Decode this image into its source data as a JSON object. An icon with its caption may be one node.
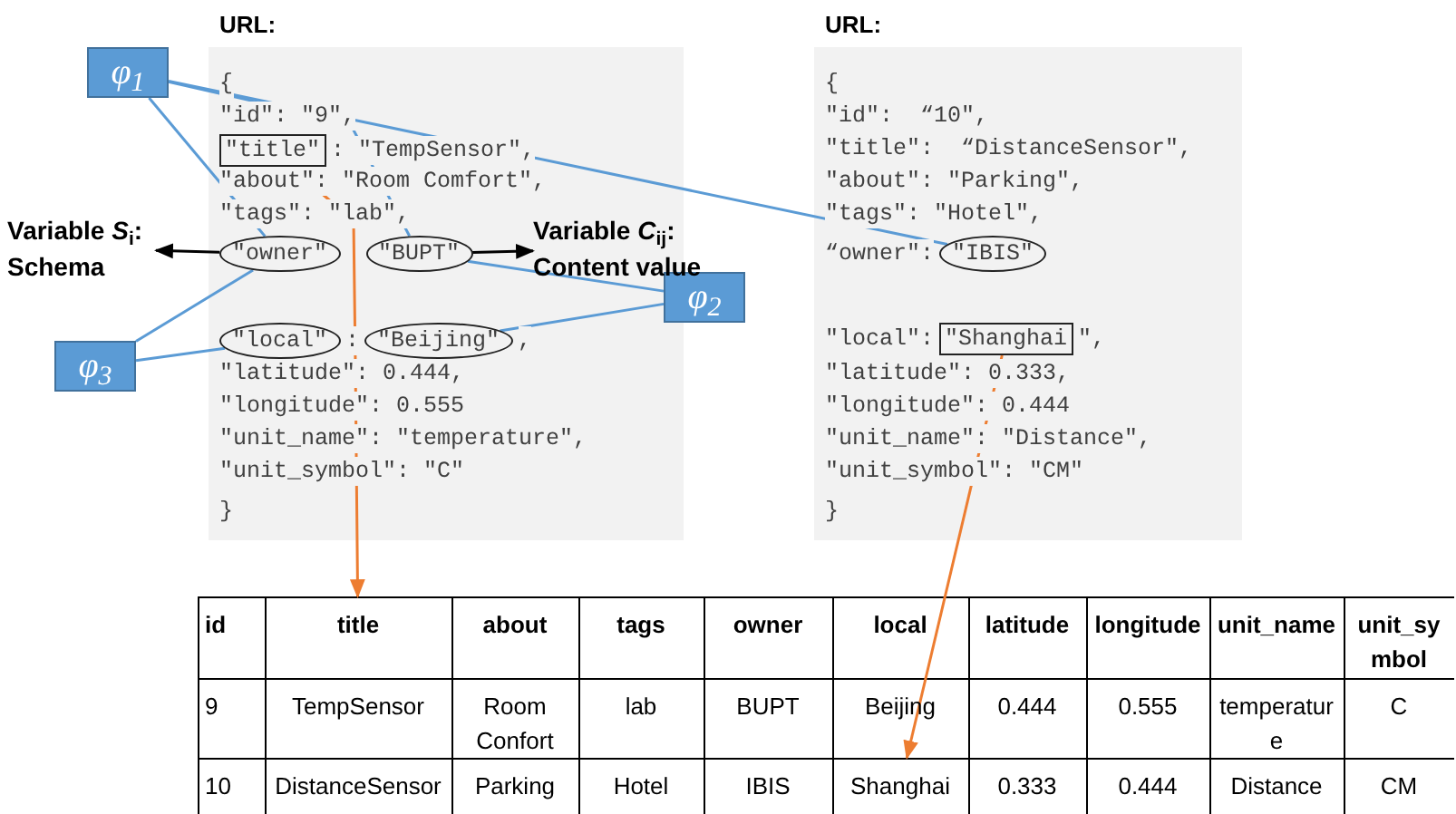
{
  "diagram": {
    "nodes": [
      {
        "text": [
          "φ$_{1}$"
        ]
      },
      {
        "text": [
          "φ$_{2}$"
        ]
      },
      {
        "text": [
          "φ$_{3}$"
        ]
      },
      {
        "text": [
          "URL:",
          "{",
          "\"id\": \"9\",",
          ": \"TempSensor\",",
          "\"about\": \"Room Comfort\",",
          "\"tags\": \"lab\",",
          ":",
          ",",
          "\"latitude\": 0.444,",
          "\"longitude\": 0.555",
          "\"unit_name\": \"temperature\",",
          "\"unit_symbol\": \"C\"",
          "}"
        ]
      },
      {
        "text": [
          "\"title\""
        ],
        "in": 3
      },
      {
        "text": [
          "\"owner\""
        ],
        "in": 3
      },
      {
        "text": [
          "\"BUPT\""
        ],
        "in": 3
      },
      {
        "text": [
          "\"local\""
        ],
        "in": 3
      },
      {
        "text": [
          "\"Beijing\""
        ],
        "in": 3
      },
      {
        "text": [
          "URL:",
          "{",
          "\"id\":  “10\",",
          "\"title\":  “DistanceSensor\",",
          "\"about\": \"Parking\",",
          "\"tags\": \"Hotel\",",
          "“owner\":",
          "\"local\":",
          "\",",
          "\"latitude\": 0.333,",
          "\"longitude\": 0.444",
          "\"unit_name\": \"Distance\",",
          "\"unit_symbol\": \"CM\"",
          "}"
        ]
      },
      {
        "text": [
          "\"IBIS\""
        ],
        "in": 9
      },
      {
        "text": [
          "\"Shanghai"
        ],
        "in": 9
      },
      {
        "text": [
          "Variable *S*$_{i}$: Schema"
        ]
      },
      {
        "text": [
          "Variable *C*$_{ij}$: Content value"
        ]
      },
      {
        "text": [
          "title"
        ]
      },
      {
        "text": [
          "Shanghai"
        ]
      }
    ],
    "edges": [
      {
        "from": 0,
        "to": 5,
        "arrow": "none"
      },
      {
        "from": 0,
        "to": 6,
        "arrow": "none"
      },
      {
        "from": 0,
        "to": 10,
        "arrow": "none"
      },
      {
        "from": 1,
        "to": 6,
        "arrow": "none"
      },
      {
        "from": 1,
        "to": 8,
        "arrow": "none"
      },
      {
        "from": 2,
        "to": 5,
        "arrow": "none"
      },
      {
        "from": 2,
        "to": 7,
        "arrow": "none"
      },
      {
        "from": 5,
        "to": 12,
        "arrow": "to",
        "color": "#000000"
      },
      {
        "from": 6,
        "to": 13,
        "arrow": "to",
        "color": "#000000"
      },
      {
        "from": 4,
        "to": 14,
        "arrow": "to",
        "color": "#ed7d31"
      },
      {
        "from": 11,
        "to": 15,
        "arrow": "to",
        "color": "#ed7d31"
      }
    ],
    "labels": [
      "id",
      "about",
      "tags",
      "owner",
      "local",
      "latitude",
      "longitude",
      "unit_name",
      "unit_symbol",
      "9",
      "TempSensor",
      "Room Confort",
      "lab",
      "BUPT",
      "Beijing",
      "0.444",
      "0.555",
      "temperature",
      "C",
      "10",
      "DistanceSensor",
      "Parking",
      "Hotel",
      "IBIS",
      "0.333",
      "0.444",
      "Distance",
      "CM"
    ]
  }
}
